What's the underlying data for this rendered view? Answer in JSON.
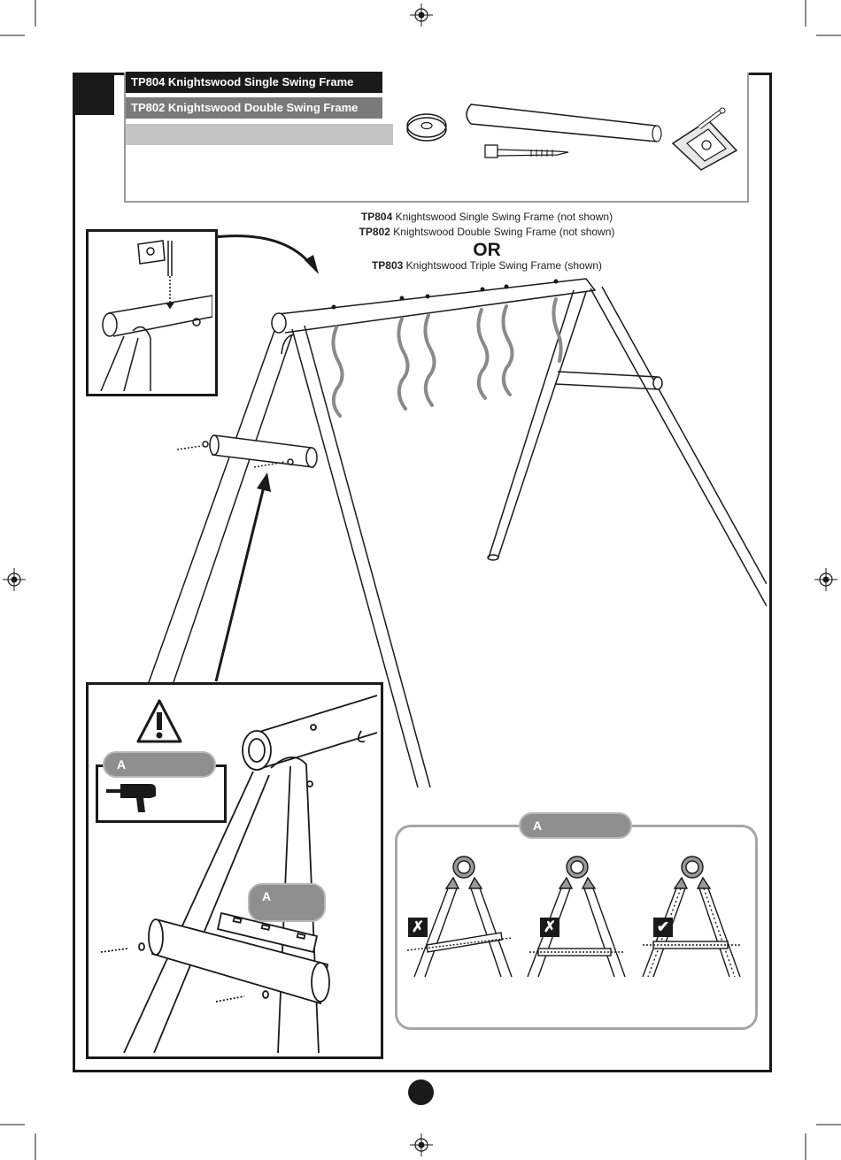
{
  "header": {
    "title_single": "TP804 Knightswood Single Swing Frame",
    "title_double": "TP802 Knightswood Double Swing Frame",
    "title_blank": ""
  },
  "captions": {
    "line1_code": "TP804",
    "line1_text": " Knightswood Single Swing Frame (not shown)",
    "line2_code": "TP802",
    "line2_text": " Knightswood Double Swing Frame (not shown)",
    "or": "OR",
    "line3_code": "TP803",
    "line3_text": " Knightswood Triple Swing Frame (shown)"
  },
  "labels": {
    "drill_pill": "A",
    "level_pill": "A",
    "panel_pill": "A"
  },
  "marks": {
    "wrong_1": "✗",
    "wrong_2": "✗",
    "correct": "✔"
  },
  "colors": {
    "ink": "#1a1a1a",
    "grey_bar": "#7a7a7a",
    "light_grey_bar": "#c4c4c4",
    "chain_grey": "#8a8a8a"
  },
  "icons": [
    "registration-mark-icon",
    "warning-triangle-icon",
    "drill-icon",
    "spirit-level-icon"
  ]
}
